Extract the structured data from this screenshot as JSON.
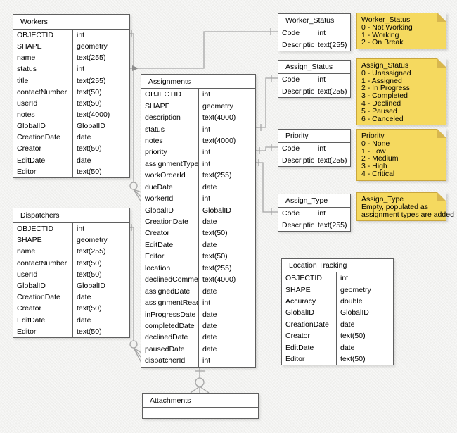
{
  "diagram": {
    "colors": {
      "background": "#F2F2F0",
      "table_border": "#5F5F5F",
      "connector": "#A6A6A6",
      "note_fill": "#F5D95F",
      "note_border": "#C9A63D",
      "note_fold": "#D8B74E"
    },
    "tables": {
      "workers": {
        "title": "Workers",
        "rows": [
          [
            "OBJECTID",
            "int"
          ],
          [
            "SHAPE",
            "geometry"
          ],
          [
            "name",
            "text(255)"
          ],
          [
            "status",
            "int"
          ],
          [
            "title",
            "text(255)"
          ],
          [
            "contactNumber",
            "text(50)"
          ],
          [
            "userId",
            "text(50)"
          ],
          [
            "notes",
            "text(4000)"
          ],
          [
            "GlobalID",
            "GlobalID"
          ],
          [
            "CreationDate",
            "date"
          ],
          [
            "Creator",
            "text(50)"
          ],
          [
            "EditDate",
            "date"
          ],
          [
            "Editor",
            "text(50)"
          ]
        ]
      },
      "dispatchers": {
        "title": "Dispatchers",
        "rows": [
          [
            "OBJECTID",
            "int"
          ],
          [
            "SHAPE",
            "geometry"
          ],
          [
            "name",
            "text(255)"
          ],
          [
            "contactNumber",
            "text(50)"
          ],
          [
            "userId",
            "text(50)"
          ],
          [
            "GlobalID",
            "GlobalID"
          ],
          [
            "CreationDate",
            "date"
          ],
          [
            "Creator",
            "text(50)"
          ],
          [
            "EditDate",
            "date"
          ],
          [
            "Editor",
            "text(50)"
          ]
        ]
      },
      "assignments": {
        "title": "Assignments",
        "rows": [
          [
            "OBJECTID",
            "int"
          ],
          [
            "SHAPE",
            "geometry"
          ],
          [
            "description",
            "text(4000)"
          ],
          [
            "status",
            "int"
          ],
          [
            "notes",
            "text(4000)"
          ],
          [
            "priority",
            "int"
          ],
          [
            "assignmentType",
            "int"
          ],
          [
            "workOrderId",
            "text(255)"
          ],
          [
            "dueDate",
            "date"
          ],
          [
            "workerId",
            "int"
          ],
          [
            "GlobalID",
            "GlobalID"
          ],
          [
            "CreationDate",
            "date"
          ],
          [
            "Creator",
            "text(50)"
          ],
          [
            "EditDate",
            "date"
          ],
          [
            "Editor",
            "text(50)"
          ],
          [
            "location",
            "text(255)"
          ],
          [
            "declinedComment",
            "text(4000)"
          ],
          [
            "assignedDate",
            "date"
          ],
          [
            "assignmentRead",
            "int"
          ],
          [
            "inProgressDate",
            "date"
          ],
          [
            "completedDate",
            "date"
          ],
          [
            "declinedDate",
            "date"
          ],
          [
            "pausedDate",
            "date"
          ],
          [
            "dispatcherId",
            "int"
          ]
        ]
      },
      "worker_status": {
        "title": "Worker_Status",
        "rows": [
          [
            "Code",
            "int"
          ],
          [
            "Description",
            "text(255)"
          ]
        ]
      },
      "assign_status": {
        "title": "Assign_Status",
        "rows": [
          [
            "Code",
            "int"
          ],
          [
            "Description",
            "text(255)"
          ]
        ]
      },
      "priority": {
        "title": "Priority",
        "rows": [
          [
            "Code",
            "int"
          ],
          [
            "Description",
            "text(255)"
          ]
        ]
      },
      "assign_type": {
        "title": "Assign_Type",
        "rows": [
          [
            "Code",
            "int"
          ],
          [
            "Description",
            "text(255)"
          ]
        ]
      },
      "location_tracking": {
        "title": "Location Tracking",
        "rows": [
          [
            "OBJECTID",
            "int"
          ],
          [
            "SHAPE",
            "geometry"
          ],
          [
            "Accuracy",
            "double"
          ],
          [
            "GlobalID",
            "GlobalID"
          ],
          [
            "CreationDate",
            "date"
          ],
          [
            "Creator",
            "text(50)"
          ],
          [
            "EditDate",
            "date"
          ],
          [
            "Editor",
            "text(50)"
          ]
        ]
      },
      "attachments": {
        "title": "Attachments"
      }
    },
    "notes": {
      "worker_status": {
        "lines": [
          "Worker_Status",
          "0 - Not Working",
          "1 - Working",
          "2 - On Break"
        ]
      },
      "assign_status": {
        "lines": [
          "Assign_Status",
          "0 - Unassigned",
          "1 - Assigned",
          "2 - In Progress",
          "3 - Completed",
          "4 - Declined",
          "5 - Paused",
          "6 - Canceled"
        ]
      },
      "priority": {
        "lines": [
          "Priority",
          "0 - None",
          "1 - Low",
          "2 - Medium",
          "3 - High",
          "4 - Critical"
        ]
      },
      "assign_type": {
        "lines": [
          "Assign_Type",
          "Empty, populated as",
          "assignment types are added"
        ]
      }
    }
  }
}
